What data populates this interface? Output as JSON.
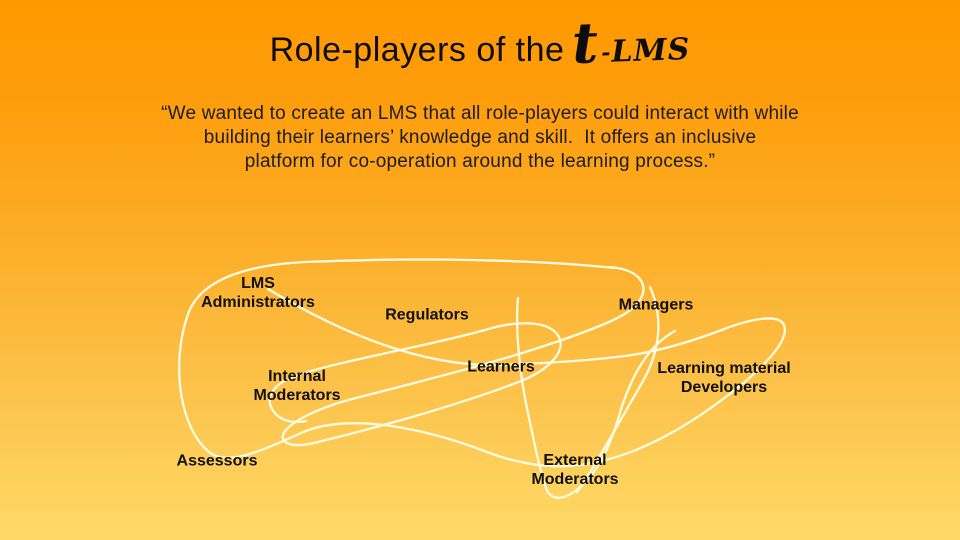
{
  "slide": {
    "title": "Role-players of the",
    "logo": {
      "t": "t",
      "dash": "-",
      "lms": "LMS"
    },
    "quote_lines": [
      "“We wanted to create an LMS that all role-players could interact with while",
      "building their learners’ knowledge and skill.  It offers an inclusive",
      "platform for co-operation around the learning process.”"
    ],
    "colors": {
      "bg_top": "#FF9900",
      "bg_bottom": "#FFD967",
      "scribble": "#FFFBE0",
      "text": "#111111"
    }
  },
  "diagram": {
    "description": "freehand scribble loop weaving through all role-player labels",
    "roles": [
      {
        "id": "lms-administrators",
        "label": "LMS\nAdministrators"
      },
      {
        "id": "regulators",
        "label": "Regulators"
      },
      {
        "id": "managers",
        "label": "Managers"
      },
      {
        "id": "learners",
        "label": "Learners"
      },
      {
        "id": "learning-material-developers",
        "label": "Learning material\nDevelopers"
      },
      {
        "id": "internal-moderators",
        "label": "Internal\nModerators"
      },
      {
        "id": "assessors",
        "label": "Assessors"
      },
      {
        "id": "external-moderators",
        "label": "External\nModerators"
      }
    ]
  }
}
